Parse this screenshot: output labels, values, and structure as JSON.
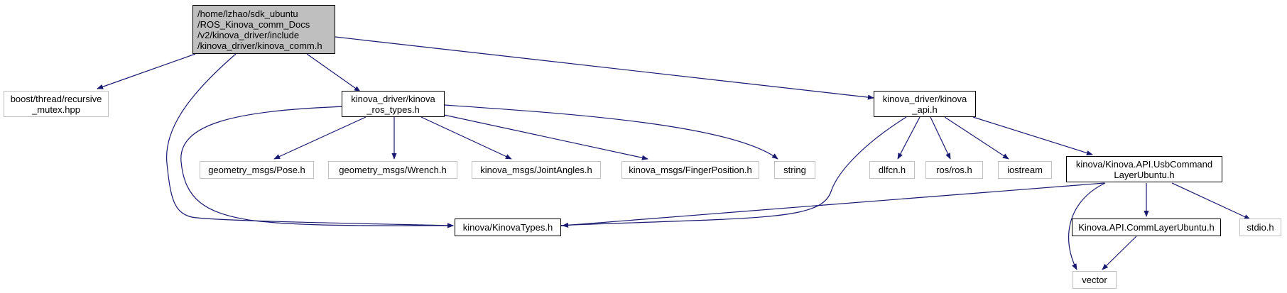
{
  "colors": {
    "edge": "#191970",
    "root_fill": "#bfbfbf",
    "doc_border": "#000000",
    "ext_border": "#bfbfbf"
  },
  "nodes": {
    "kinova_comm_h": {
      "lines": [
        "/home/lzhao/sdk_ubuntu",
        "/ROS_Kinova_comm_Docs",
        "/v2/kinova_driver/include",
        "/kinova_driver/kinova_comm.h"
      ]
    },
    "boost_recursive_mutex": {
      "lines": [
        "boost/thread/recursive",
        "_mutex.hpp"
      ]
    },
    "kinova_ros_types_h": {
      "lines": [
        "kinova_driver/kinova",
        "_ros_types.h"
      ]
    },
    "kinova_api_h": {
      "lines": [
        "kinova_driver/kinova",
        "_api.h"
      ]
    },
    "geometry_pose": {
      "lines": [
        "geometry_msgs/Pose.h"
      ]
    },
    "geometry_wrench": {
      "lines": [
        "geometry_msgs/Wrench.h"
      ]
    },
    "joint_angles": {
      "lines": [
        "kinova_msgs/JointAngles.h"
      ]
    },
    "finger_position": {
      "lines": [
        "kinova_msgs/FingerPosition.h"
      ]
    },
    "string": {
      "lines": [
        "string"
      ]
    },
    "dlfcn": {
      "lines": [
        "dlfcn.h"
      ]
    },
    "ros_h": {
      "lines": [
        "ros/ros.h"
      ]
    },
    "iostream": {
      "lines": [
        "iostream"
      ]
    },
    "usb_command_layer": {
      "lines": [
        "kinova/Kinova.API.UsbCommand",
        "LayerUbuntu.h"
      ]
    },
    "kinova_types_h": {
      "lines": [
        "kinova/KinovaTypes.h"
      ]
    },
    "comm_layer_ubuntu": {
      "lines": [
        "Kinova.API.CommLayerUbuntu.h"
      ]
    },
    "stdio_h": {
      "lines": [
        "stdio.h"
      ]
    },
    "vector": {
      "lines": [
        "vector"
      ]
    }
  }
}
